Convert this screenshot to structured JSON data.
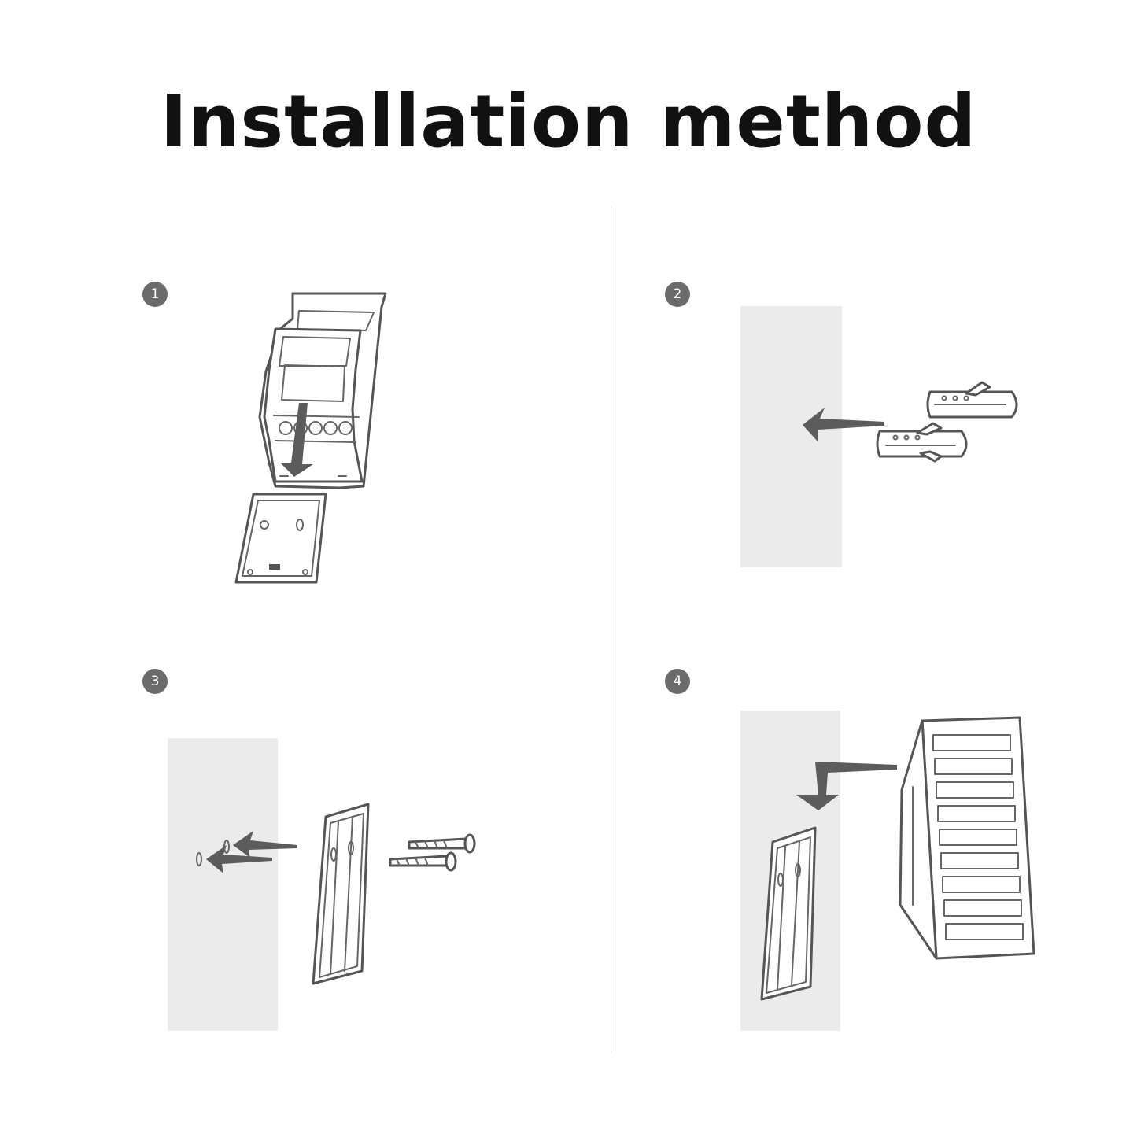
{
  "title": "Installation method",
  "steps": [
    {
      "number": "1",
      "illustration": "bracket-detach-icon"
    },
    {
      "number": "2",
      "illustration": "wall-anchor-insert-icon"
    },
    {
      "number": "3",
      "illustration": "bracket-screw-mount-icon"
    },
    {
      "number": "4",
      "illustration": "light-hang-on-bracket-icon"
    }
  ],
  "colors": {
    "badge": "#6b6b6b",
    "wall": "#ebebeb",
    "line": "#555555",
    "title": "#111111"
  }
}
